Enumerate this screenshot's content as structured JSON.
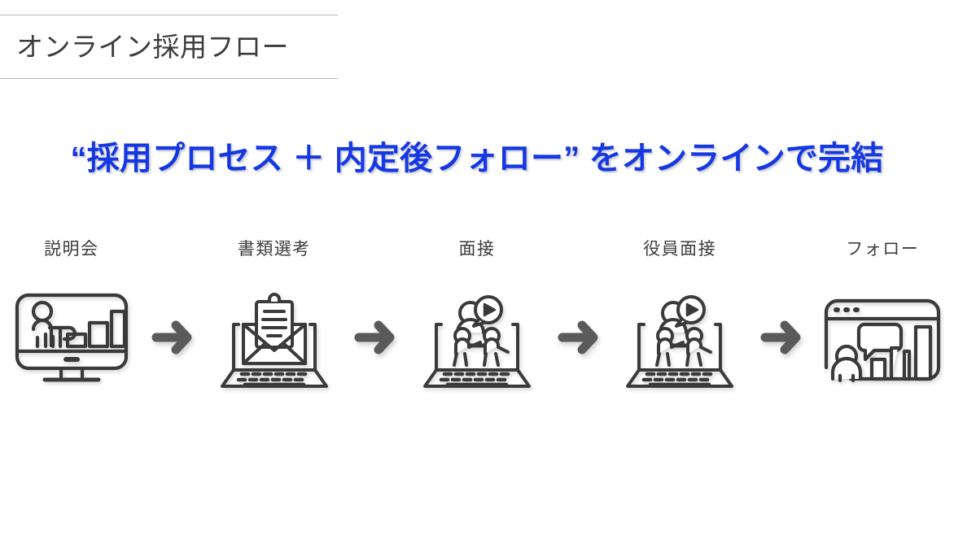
{
  "slide": {
    "header": {
      "title": "オンライン採用フロー"
    },
    "headline": "“採用プロセス ＋ 内定後フォロー” をオンラインで完結",
    "colors": {
      "headline_blue": "#1538e3",
      "text_dark": "#3c3c3c",
      "icon_stroke": "#3a3a3a",
      "arrow_gray": "#5a5a5a",
      "rule_gray": "#b9b9b9",
      "background": "#ffffff"
    },
    "flow": {
      "arrow_glyph": "→",
      "steps": [
        {
          "label": "説明会",
          "icon": "desktop-monitor-presentation-icon"
        },
        {
          "label": "書類選考",
          "icon": "laptop-envelope-document-icon"
        },
        {
          "label": "面接",
          "icon": "laptop-video-interview-icon"
        },
        {
          "label": "役員面接",
          "icon": "laptop-video-interview-icon"
        },
        {
          "label": "フォロー",
          "icon": "browser-chat-chart-person-icon"
        }
      ]
    }
  }
}
